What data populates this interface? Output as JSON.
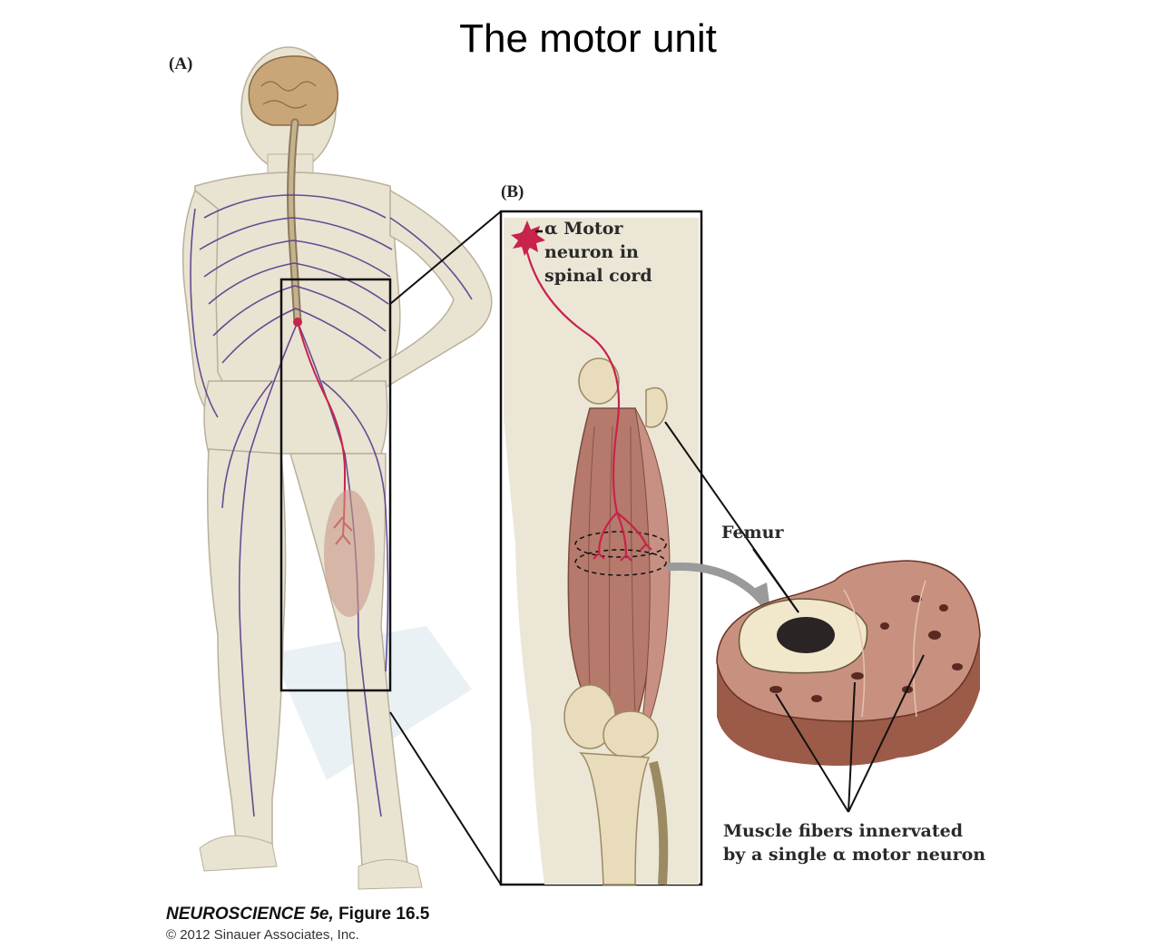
{
  "title": "The motor unit",
  "panel_a": "(A)",
  "panel_b": "(B)",
  "labels": {
    "neuron_line1": "α Motor",
    "neuron_line2": "neuron in",
    "neuron_line3": "spinal cord",
    "femur": "Femur",
    "fibers_line1": "Muscle fibers innervated",
    "fibers_line2": "by a single α motor neuron"
  },
  "credit": {
    "book": "NEUROSCIENCE 5e,",
    "figure": "Figure 16.5",
    "copyright": "© 2012 Sinauer Associates, Inc."
  },
  "colors": {
    "skin": "#e9e3d2",
    "nerve": "#5a3a8c",
    "motor_neuron": "#c8234a",
    "muscle": "#b57a6c",
    "bone": "#e8dcbc",
    "brain": "#c9a678"
  }
}
